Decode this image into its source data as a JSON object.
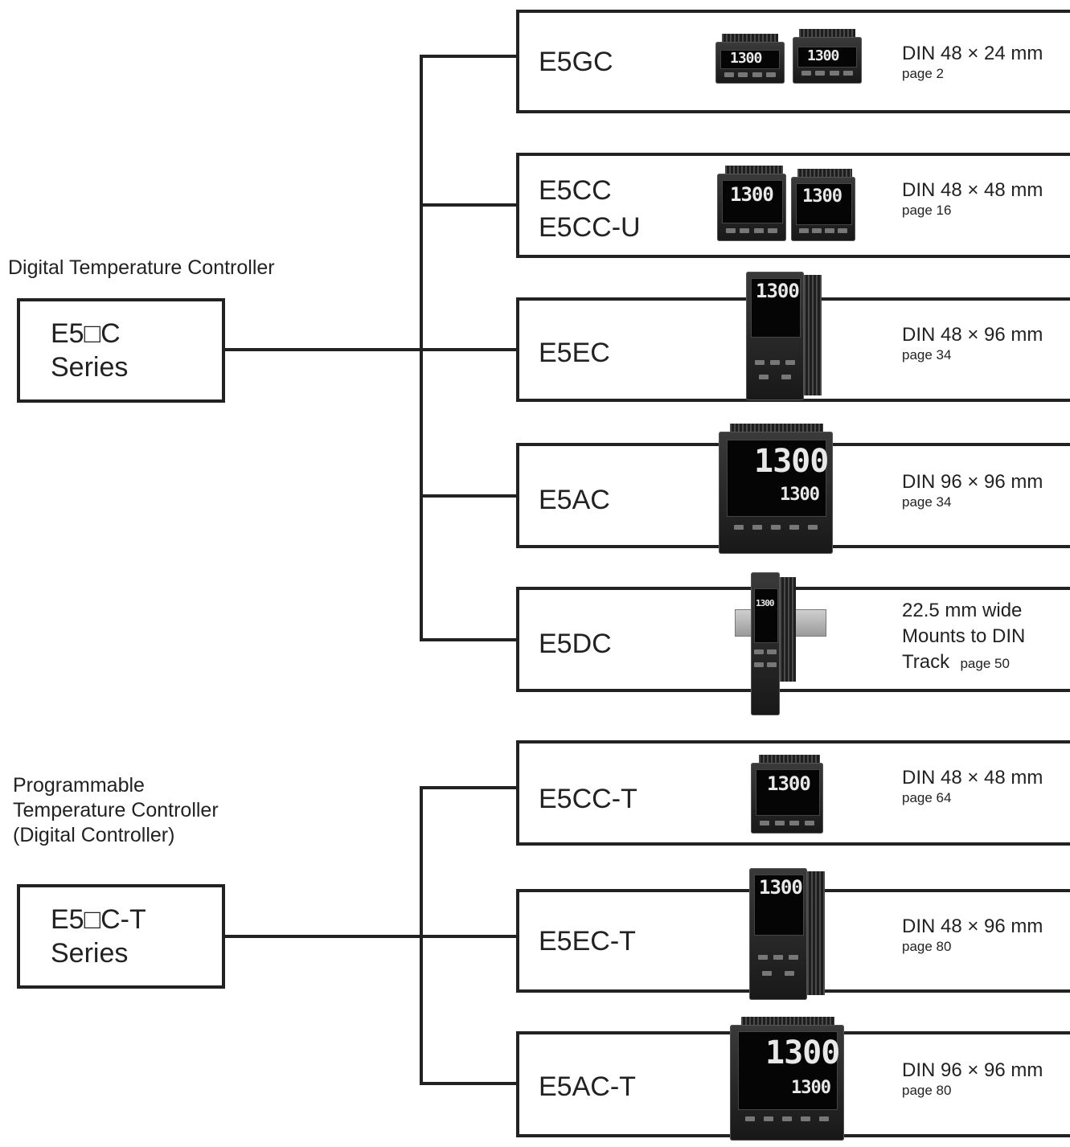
{
  "groups": [
    {
      "title_lines": [
        "Digital Temperature Controller"
      ],
      "series_lines": [
        "E5□C",
        "Series"
      ],
      "models": [
        {
          "name_lines": [
            "E5GC"
          ],
          "size": "DIN 48 × 24 mm",
          "page": "page 2",
          "display": "1300"
        },
        {
          "name_lines": [
            "E5CC",
            "E5CC-U"
          ],
          "size": "DIN 48 × 48 mm",
          "page": "page 16",
          "display": "1300"
        },
        {
          "name_lines": [
            "E5EC"
          ],
          "size": "DIN 48 × 96 mm",
          "page": "page 34",
          "display": "1300"
        },
        {
          "name_lines": [
            "E5AC"
          ],
          "size": "DIN 96 × 96 mm",
          "page": "page 34",
          "display": "1300"
        },
        {
          "name_lines": [
            "E5DC"
          ],
          "size_lines": [
            "22.5 mm wide",
            "Mounts to DIN",
            "Track"
          ],
          "page": "page 50",
          "display": "1300"
        }
      ]
    },
    {
      "title_lines": [
        "Programmable",
        "Temperature Controller",
        "(Digital Controller)"
      ],
      "series_lines": [
        "E5□C-T",
        "Series"
      ],
      "models": [
        {
          "name_lines": [
            "E5CC-T"
          ],
          "size": "DIN 48 × 48 mm",
          "page": "page 64",
          "display": "1300"
        },
        {
          "name_lines": [
            "E5EC-T"
          ],
          "size": "DIN 48 × 96 mm",
          "page": "page 80",
          "display": "1300"
        },
        {
          "name_lines": [
            "E5AC-T"
          ],
          "size": "DIN 96 × 96 mm",
          "page": "page 80",
          "display": "1300"
        }
      ]
    }
  ],
  "colors": {
    "line": "#222222",
    "device_body": "#1e1e1e",
    "device_text": "#e8e8e8"
  }
}
